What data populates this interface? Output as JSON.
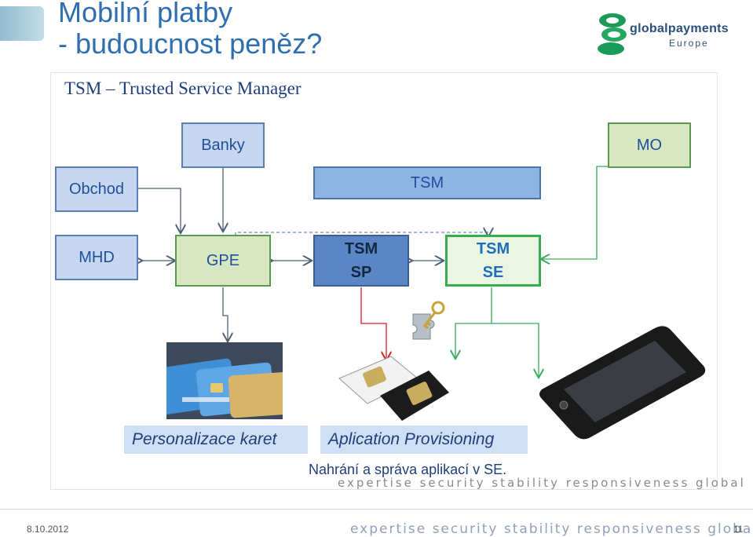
{
  "slide": {
    "title": "Mobilní platby\n- budoucnost peněz?",
    "subtitle": "TSM – Trusted Service Manager",
    "logo": {
      "word1": "globalpayments",
      "word2": "Europe",
      "icon": "globalpayments-swirl-logo"
    }
  },
  "nodes": {
    "banky": "Banky",
    "mo": "MO",
    "obchod": "Obchod",
    "tsm": "TSM",
    "mhd": "MHD",
    "gpe": "GPE",
    "tsm_sp": "TSM\nSP",
    "tsm_se": "TSM\nSE"
  },
  "captions": {
    "cards": "Personalizace karet",
    "provisioning": "Aplication Provisioning",
    "note": "Nahrání a správa aplikací v SE."
  },
  "images": {
    "cards": "credit-cards-photo",
    "key": "key-puzzle-icon",
    "sim": "sim-cards-photo",
    "phone": "smartphone-photo"
  },
  "footer": {
    "tagline_slide": "expertise   security   stability   responsiveness   global",
    "tagline": "expertise   security   stability   responsiveness   global",
    "date": "8.10.2012",
    "page": "11"
  },
  "colors": {
    "title": "#2f6fb0",
    "node_blue_fill": "#c6d7ef",
    "node_green_fill": "#d8e6c2",
    "tsm_sp_fill": "#5a86c5",
    "tsm_se_border": "#35b04a",
    "arrow_dark": "#4b5f77",
    "arrow_red": "#d02020",
    "arrow_green": "#3aaa5c"
  }
}
